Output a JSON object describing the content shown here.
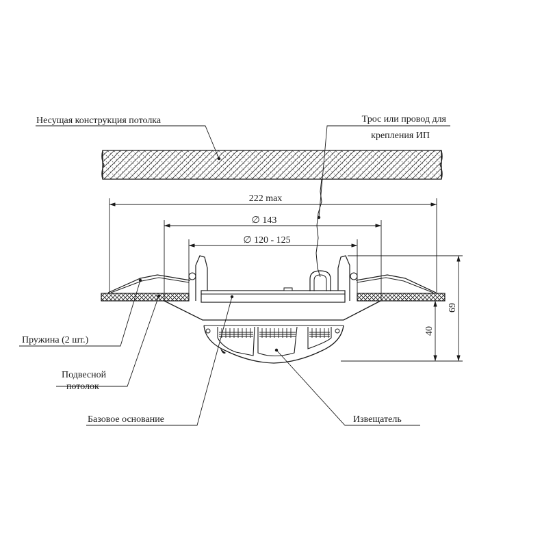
{
  "labels": {
    "ceiling_structure": "Несущая конструкция потолка",
    "cable_line1": "Трос или провод для",
    "cable_line2": "крепления ИП",
    "spring": "Пружина (2 шт.)",
    "suspended_line1": "Подвесной",
    "suspended_line2": "потолок",
    "base": "Базовое основание",
    "detector": "Извещатель"
  },
  "dimensions": {
    "overall": "222 max",
    "outer_diameter": "∅ 143",
    "cutout_diameter": "∅ 120 - 125",
    "height_total": "69",
    "height_visible": "40"
  }
}
